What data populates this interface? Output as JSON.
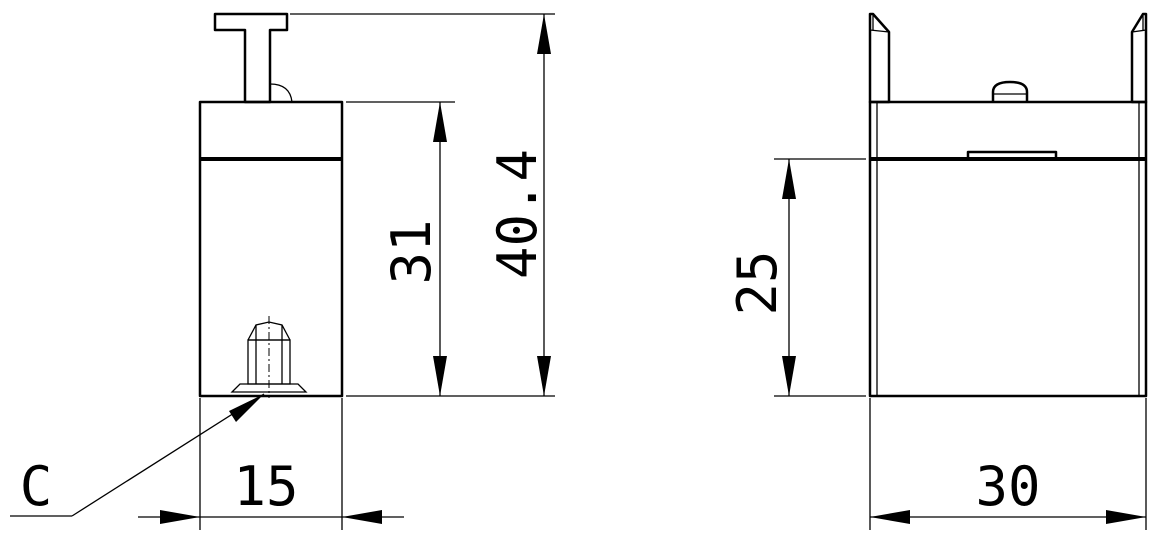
{
  "dimensions": {
    "left_width": "15",
    "inner_height": "31",
    "overall_height": "40.4",
    "right_height": "25",
    "right_width": "30"
  },
  "callout": {
    "label": "C"
  }
}
